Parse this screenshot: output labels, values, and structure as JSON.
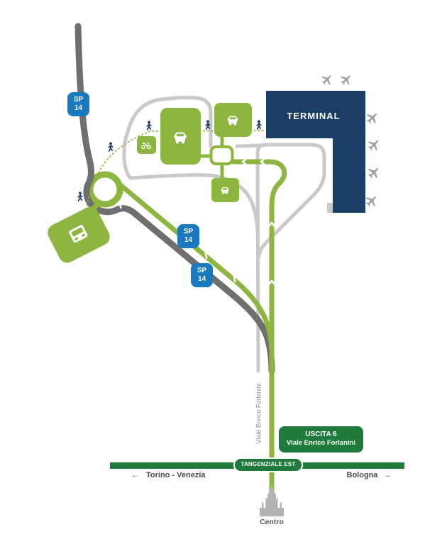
{
  "labels": {
    "terminal": "TERMINAL",
    "street": "Viale Enrico Forlanini",
    "centro": "Centro"
  },
  "signs": {
    "sp14": {
      "line1": "SP",
      "line2": "14"
    },
    "uscita": {
      "line1": "USCITA 6",
      "line2": "Viale Enrico Forlanini"
    },
    "tangenziale": "TANGENZIALE EST"
  },
  "directions": {
    "west_arrow": "←",
    "west_label": "Torino - Venezia",
    "east_label": "Bologna",
    "east_arrow": "→"
  },
  "icons": {
    "airplane-icon": "gray airplane silhouette pointing north-east",
    "car-icon": "white car front on green parking block",
    "motorcycle-icon": "white scooter on green parking block",
    "bus-icon": "white bus front on rotated green building",
    "pedestrian-icon": "navy walking person along dashed footpath",
    "duomo-icon": "gray cathedral silhouette (city centre)",
    "direction-arrow-icon": "white chevron showing driving direction"
  },
  "colors": {
    "terminal_navy": "#1b3e66",
    "parking_green": "#8cb63f",
    "dark_green": "#1e7b3c",
    "sp_sign_blue": "#1a79bf",
    "road_dark_gray": "#6f6f6f",
    "road_light_gray": "#c9c9c9",
    "plane_gray": "#9ba1a6",
    "pedestrian_navy": "#1b3e66"
  }
}
